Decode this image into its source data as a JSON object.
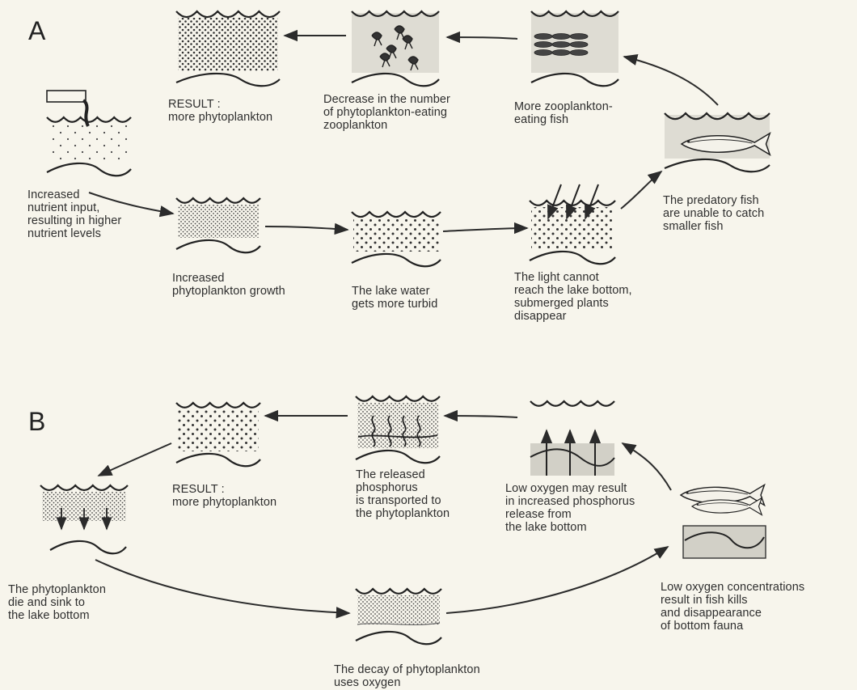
{
  "colors": {
    "background": "#f7f5ec",
    "ink": "#2b2b2b",
    "dots": "#333333",
    "shade": "#d9d7cf",
    "bottom_shade": "#c9c9c0"
  },
  "panels": {
    "a": {
      "letter": "A",
      "labels": {
        "nutrient": "Increased\nnutrient input,\nresulting in higher\nnutrient levels",
        "growth": "Increased\nphytoplankton growth",
        "turbid": "The lake water\ngets more turbid",
        "light": "The light cannot\nreach the lake bottom,\nsubmerged plants\ndisappear",
        "predatory": "The predatory fish\nare unable to catch\nsmaller fish",
        "more_fish": "More zooplankton-\neating fish",
        "decrease": "Decrease in the number\nof phytoplankton-eating\nzooplankton",
        "result": "RESULT :\nmore phytoplankton"
      }
    },
    "b": {
      "letter": "B",
      "labels": {
        "result": "RESULT :\nmore phytoplankton",
        "released": "The released\nphosphorus\nis transported to\nthe phytoplankton",
        "low_oxygen_release": "Low oxygen may result\nin increased phosphorus\nrelease from\nthe lake bottom",
        "die_sink": "The phytoplankton\ndie and sink to\nthe lake bottom",
        "decay": "The decay of phytoplankton\nuses oxygen",
        "fish_kills": "Low oxygen concentrations\nresult in fish kills\nand disappearance\nof bottom fauna"
      }
    }
  }
}
